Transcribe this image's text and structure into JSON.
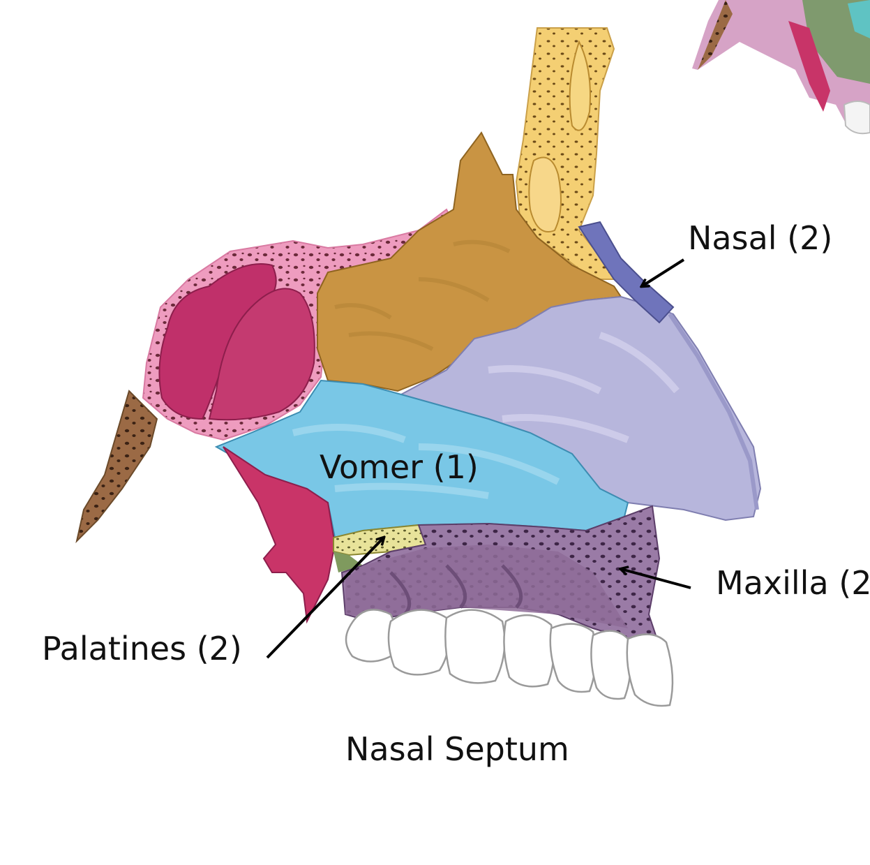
{
  "labels": {
    "nasal": "Nasal (2)",
    "vomer": "Vomer (1)",
    "maxilla": "Maxilla (2",
    "palatines": "Palatines (2)"
  },
  "caption": "Nasal Septum",
  "colors": {
    "sphenoid_sinus": "#c0306a",
    "sphenoid_border": "#eea0bf",
    "ethmoid": "#c99443",
    "frontal": "#f2c86a",
    "nasal_bone": "#6f74bb",
    "septal_cartilage": "#b7b6dc",
    "vomer": "#79c7e6",
    "maxilla": "#8e6c98",
    "palatine": "#dcd98a",
    "teeth": "#ffffff",
    "pterygoid": "#8a5b3a",
    "soft_tissue": "#c93468"
  },
  "icons": [
    "arrow-icon"
  ]
}
